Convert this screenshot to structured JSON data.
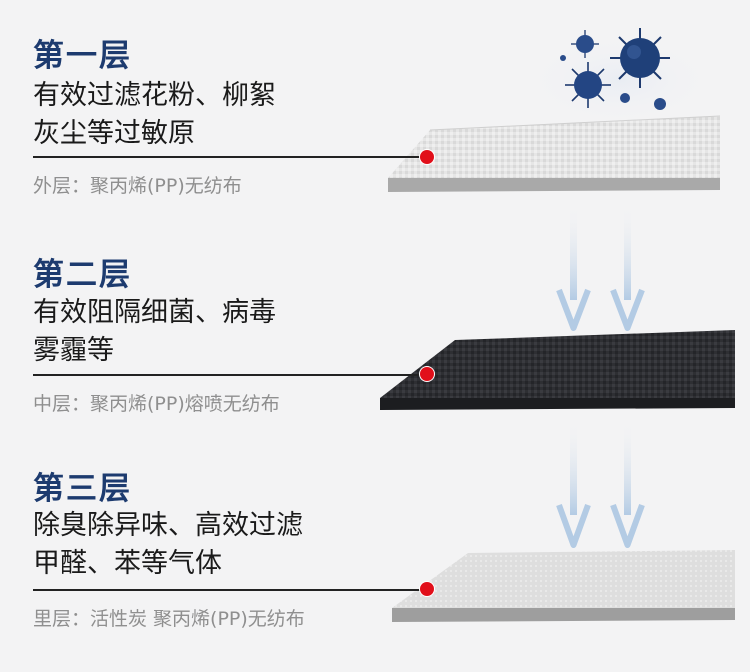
{
  "layers": [
    {
      "title": "第一层",
      "lines": [
        "有效过滤花粉、柳絮",
        "灰尘等过敏原"
      ],
      "material": "外层：聚丙烯(PP)无纺布",
      "fabric_color": "#e4e4e4"
    },
    {
      "title": "第二层",
      "lines": [
        "有效阻隔细菌、病毒",
        "雾霾等"
      ],
      "material": "中层：聚丙烯(PP)熔喷无纺布",
      "fabric_color": "#2d2e31"
    },
    {
      "title": "第三层",
      "lines": [
        "除臭除异味、高效过滤",
        "甲醛、苯等气体"
      ],
      "material": "里层：活性炭 聚丙烯(PP)无纺布",
      "fabric_color": "#dcdcdc"
    }
  ],
  "colors": {
    "title": "#1d3b6f",
    "marker": "#e10f1a",
    "virus": "#1e3a6e",
    "arrow": "#b9cfe6"
  },
  "icons": [
    "virus-icon",
    "down-arrow-icon"
  ]
}
